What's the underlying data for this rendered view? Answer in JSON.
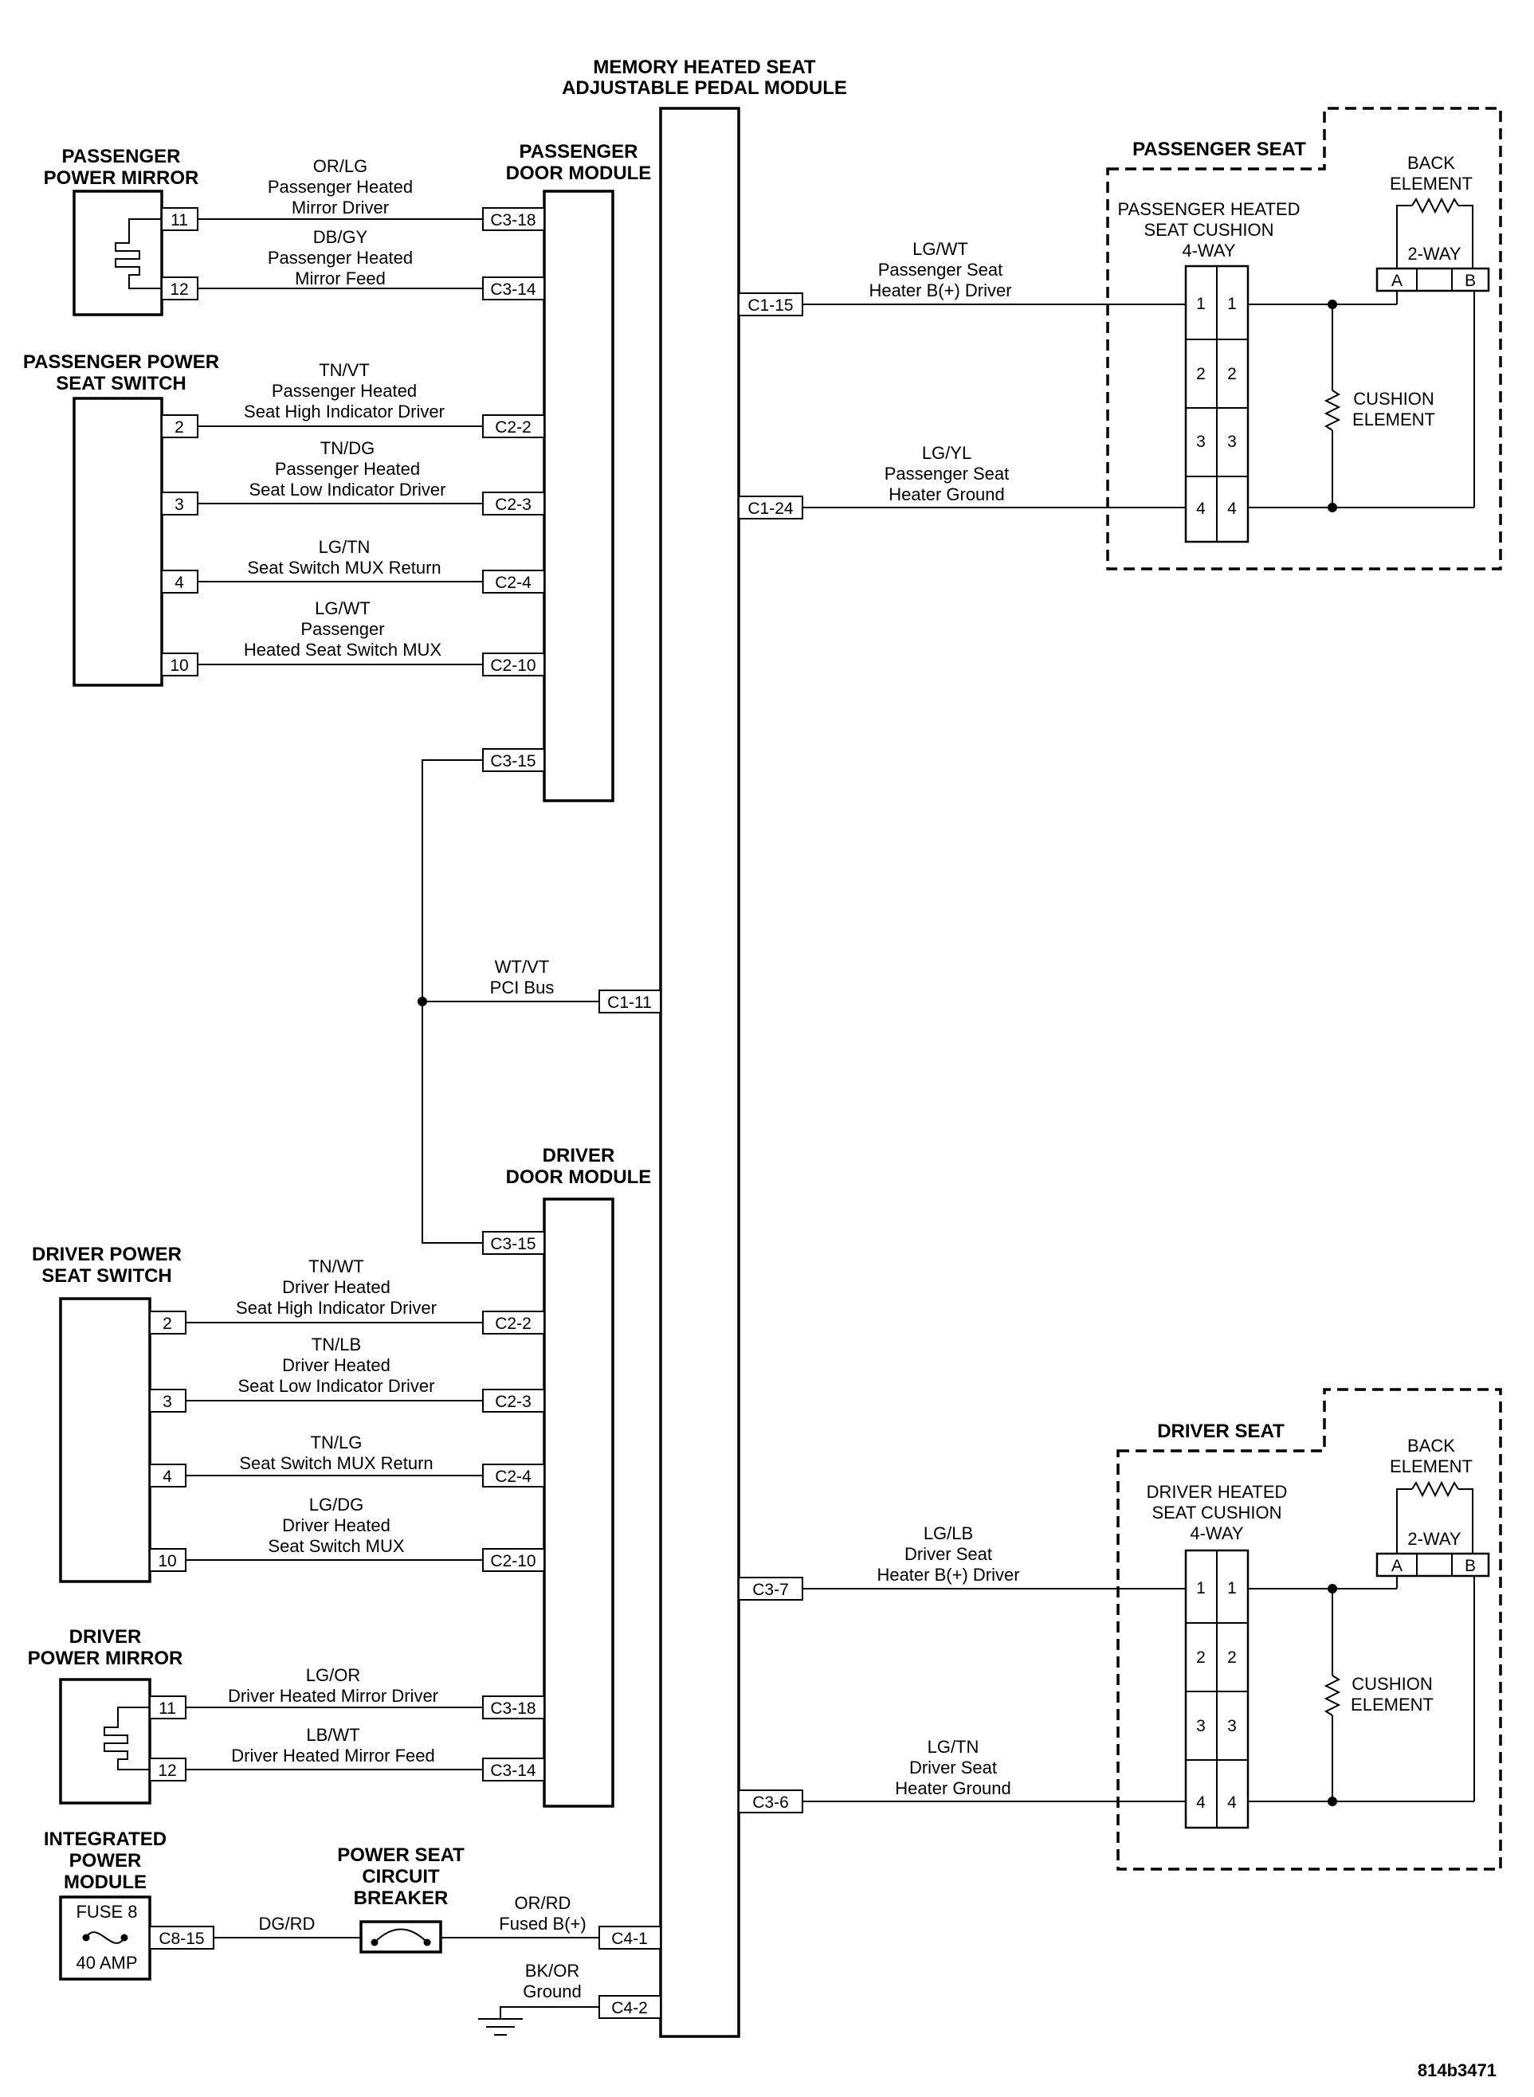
{
  "module": {
    "title_line1": "MEMORY HEATED SEAT",
    "title_line2": "ADJUSTABLE PEDAL MODULE"
  },
  "passenger_mirror": {
    "title_line1": "PASSENGER",
    "title_line2": "POWER MIRROR"
  },
  "passenger_door_module": {
    "title_line1": "PASSENGER",
    "title_line2": "DOOR MODULE"
  },
  "passenger_seat_switch": {
    "title_line1": "PASSENGER POWER",
    "title_line2": "SEAT SWITCH"
  },
  "driver_door_module": {
    "title_line1": "DRIVER",
    "title_line2": "DOOR MODULE"
  },
  "driver_seat_switch": {
    "title_line1": "DRIVER POWER",
    "title_line2": "SEAT SWITCH"
  },
  "driver_mirror": {
    "title_line1": "DRIVER",
    "title_line2": "POWER MIRROR"
  },
  "ipm": {
    "title_line1": "INTEGRATED",
    "title_line2": "POWER",
    "title_line3": "MODULE",
    "fuse": "FUSE 8",
    "amp": "40 AMP",
    "connector": "C8-15"
  },
  "breaker": {
    "title_line1": "POWER SEAT",
    "title_line2": "CIRCUIT",
    "title_line3": "BREAKER"
  },
  "passenger_seat": {
    "title": "PASSENGER SEAT",
    "cushion_line1": "PASSENGER HEATED",
    "cushion_line2": "SEAT CUSHION",
    "cushion_line3": "4-WAY",
    "back_line1": "BACK",
    "back_line2": "ELEMENT",
    "two_way": "2-WAY",
    "pin_a": "A",
    "pin_b": "B",
    "cushion_el_line1": "CUSHION",
    "cushion_el_line2": "ELEMENT",
    "pins": [
      "1",
      "2",
      "3",
      "4"
    ]
  },
  "driver_seat": {
    "title": "DRIVER SEAT",
    "cushion_line1": "DRIVER HEATED",
    "cushion_line2": "SEAT CUSHION",
    "cushion_line3": "4-WAY",
    "back_line1": "BACK",
    "back_line2": "ELEMENT",
    "two_way": "2-WAY",
    "pin_a": "A",
    "pin_b": "B",
    "cushion_el_line1": "CUSHION",
    "cushion_el_line2": "ELEMENT",
    "pins": [
      "1",
      "2",
      "3",
      "4"
    ]
  },
  "wires": {
    "pm11": {
      "pin": "11",
      "conn": "C3-18",
      "color": "OR/LG",
      "desc1": "Passenger Heated",
      "desc2": "Mirror Driver"
    },
    "pm12": {
      "pin": "12",
      "conn": "C3-14",
      "color": "DB/GY",
      "desc1": "Passenger Heated",
      "desc2": "Mirror Feed"
    },
    "ps2": {
      "pin": "2",
      "conn": "C2-2",
      "color": "TN/VT",
      "desc1": "Passenger Heated",
      "desc2": "Seat High Indicator Driver"
    },
    "ps3": {
      "pin": "3",
      "conn": "C2-3",
      "color": "TN/DG",
      "desc1": "Passenger Heated",
      "desc2": "Seat Low Indicator Driver"
    },
    "ps4": {
      "pin": "4",
      "conn": "C2-4",
      "color": "LG/TN",
      "desc1": "Seat Switch MUX Return"
    },
    "ps10": {
      "pin": "10",
      "conn": "C2-10",
      "color": "LG/WT",
      "desc1": "Passenger",
      "desc2": "Heated Seat Switch MUX"
    },
    "pdm15": {
      "conn": "C3-15"
    },
    "pci": {
      "conn": "C1-11",
      "color": "WT/VT",
      "desc1": "PCI Bus"
    },
    "ddm15": {
      "conn": "C3-15"
    },
    "ds2": {
      "pin": "2",
      "conn": "C2-2",
      "color": "TN/WT",
      "desc1": "Driver Heated",
      "desc2": "Seat High Indicator Driver"
    },
    "ds3": {
      "pin": "3",
      "conn": "C2-3",
      "color": "TN/LB",
      "desc1": "Driver Heated",
      "desc2": "Seat Low Indicator Driver"
    },
    "ds4": {
      "pin": "4",
      "conn": "C2-4",
      "color": "TN/LG",
      "desc1": "Seat Switch MUX Return"
    },
    "ds10": {
      "pin": "10",
      "conn": "C2-10",
      "color": "LG/DG",
      "desc1": "Driver Heated",
      "desc2": "Seat Switch MUX"
    },
    "dm11": {
      "pin": "11",
      "conn": "C3-18",
      "color": "LG/OR",
      "desc1": "Driver Heated Mirror Driver"
    },
    "dm12": {
      "pin": "12",
      "conn": "C3-14",
      "color": "LB/WT",
      "desc1": "Driver Heated Mirror Feed"
    },
    "ipm": {
      "color": "DG/RD"
    },
    "fused": {
      "conn": "C4-1",
      "color": "OR/RD",
      "desc1": "Fused B(+)"
    },
    "gnd": {
      "conn": "C4-2",
      "color": "BK/OR",
      "desc1": "Ground"
    },
    "ph": {
      "conn": "C1-15",
      "color": "LG/WT",
      "desc1": "Passenger Seat",
      "desc2": "Heater B(+) Driver"
    },
    "pg": {
      "conn": "C1-24",
      "color": "LG/YL",
      "desc1": "Passenger Seat",
      "desc2": "Heater Ground"
    },
    "dh": {
      "conn": "C3-7",
      "color": "LG/LB",
      "desc1": "Driver Seat",
      "desc2": "Heater B(+) Driver"
    },
    "dg": {
      "conn": "C3-6",
      "color": "LG/TN",
      "desc1": "Driver Seat",
      "desc2": "Heater Ground"
    }
  },
  "figure_id": "814b3471"
}
